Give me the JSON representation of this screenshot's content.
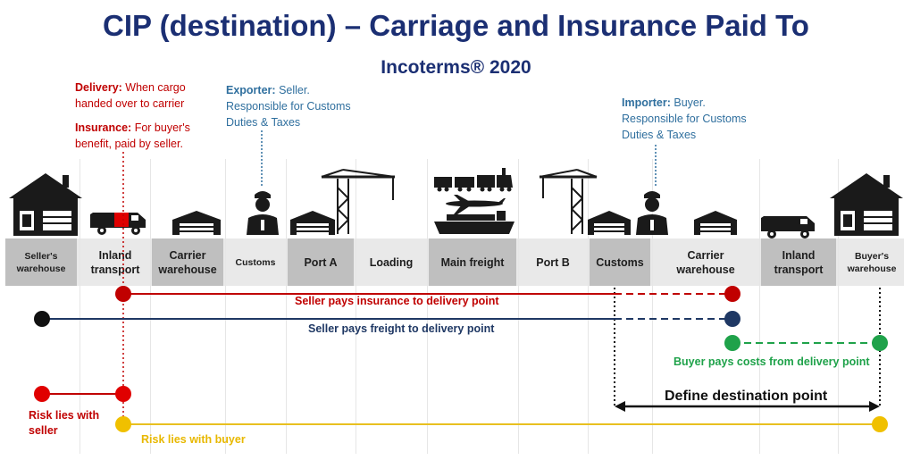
{
  "title": "CIP (destination) – Carriage and Insurance Paid To",
  "subtitle": "Incoterms® 2020",
  "notes": {
    "delivery_bold": "Delivery:",
    "delivery_line1": "When cargo",
    "delivery_line2": "handed over to carrier",
    "insurance_bold": "Insurance:",
    "insurance_line1": "For buyer's",
    "insurance_line2": "benefit, paid by seller.",
    "exporter_bold": "Exporter:",
    "exporter_line1": "Seller.",
    "exporter_line2": "Responsible for Customs",
    "exporter_line3": "Duties & Taxes",
    "importer_bold": "Importer:",
    "importer_line1": "Buyer.",
    "importer_line2": "Responsible for Customs",
    "importer_line3": "Duties & Taxes"
  },
  "stages": [
    {
      "line1": "Seller's",
      "line2": "warehouse"
    },
    {
      "line1": "Inland",
      "line2": "transport"
    },
    {
      "line1": "Carrier",
      "line2": "warehouse"
    },
    {
      "line1": "Customs",
      "line2": ""
    },
    {
      "line1": "Port A",
      "line2": ""
    },
    {
      "line1": "Loading",
      "line2": ""
    },
    {
      "line1": "Main freight",
      "line2": ""
    },
    {
      "line1": "Port B",
      "line2": ""
    },
    {
      "line1": "Customs",
      "line2": ""
    },
    {
      "line1": "Carrier",
      "line2": "warehouse"
    },
    {
      "line1": "Inland",
      "line2": "transport"
    },
    {
      "line1": "Buyer's",
      "line2": "warehouse"
    }
  ],
  "lines": {
    "insurance": "Seller pays insurance to delivery point",
    "freight": "Seller pays freight to delivery point",
    "buyer_costs": "Buyer pays costs from delivery point",
    "destination": "Define destination point",
    "risk_seller_1": "Risk lies with",
    "risk_seller_2": "seller",
    "risk_buyer": "Risk lies with buyer"
  },
  "colors": {
    "title": "#1b2f73",
    "red": "#c00000",
    "navy": "#1f3864",
    "green": "#1fa24a",
    "yellow": "#e8c020",
    "blue_text": "#2f6f9e"
  },
  "icons": [
    "house-icon",
    "van-icon",
    "warehouse-icon",
    "customs-officer-icon",
    "crane-icon",
    "train-icon",
    "airplane-icon",
    "ship-icon"
  ]
}
